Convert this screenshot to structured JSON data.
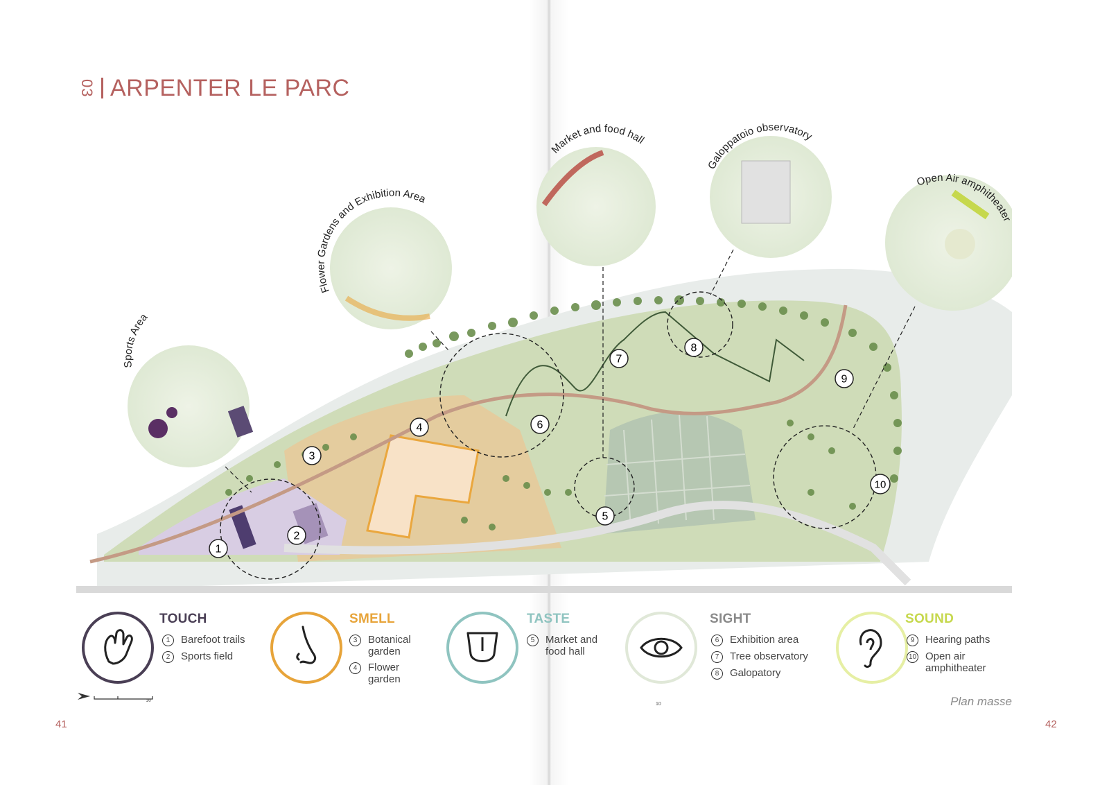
{
  "heading": {
    "number": "03",
    "title": "ARPENTER LE PARC"
  },
  "callouts": [
    {
      "key": "sports",
      "label": "Sports Area"
    },
    {
      "key": "flower",
      "label": "Flower Gardens and Exhibition Area"
    },
    {
      "key": "market",
      "label": "Market and food hall"
    },
    {
      "key": "galoppatoio",
      "label": "Galoppatoio observatory"
    },
    {
      "key": "amph",
      "label": "Open Air amphitheater"
    }
  ],
  "markers": [
    "1",
    "2",
    "3",
    "4",
    "5",
    "6",
    "7",
    "8",
    "9",
    "10"
  ],
  "legend": [
    {
      "title": "TOUCH",
      "color": "#4a3f55",
      "icon": "hand-icon",
      "items": [
        {
          "n": "1",
          "label": "Barefoot trails"
        },
        {
          "n": "2",
          "label": "Sports field"
        }
      ]
    },
    {
      "title": "SMELL",
      "color": "#e7a43a",
      "icon": "nose-icon",
      "items": [
        {
          "n": "3",
          "label": "Botanical garden"
        },
        {
          "n": "4",
          "label": "Flower garden"
        }
      ]
    },
    {
      "title": "TASTE",
      "color": "#8fc4c0",
      "icon": "tongue-icon",
      "items": [
        {
          "n": "5",
          "label": "Market and food hall"
        }
      ]
    },
    {
      "title": "SIGHT",
      "color": "#8a8a8a",
      "icon": "eye-icon",
      "items": [
        {
          "n": "6",
          "label": "Exhibition area"
        },
        {
          "n": "7",
          "label": "Tree observatory"
        },
        {
          "n": "8",
          "label": "Galopatory"
        }
      ]
    },
    {
      "title": "SOUND",
      "color": "#c6d84d",
      "icon": "ear-icon",
      "items": [
        {
          "n": "9",
          "label": "Hearing paths"
        },
        {
          "n": "10",
          "label": "Open air amphitheater"
        }
      ]
    }
  ],
  "scale": {
    "label": "30"
  },
  "caption": "Plan masse",
  "page_numbers": {
    "left": "41",
    "right": "42"
  },
  "tiny_mark": "10"
}
